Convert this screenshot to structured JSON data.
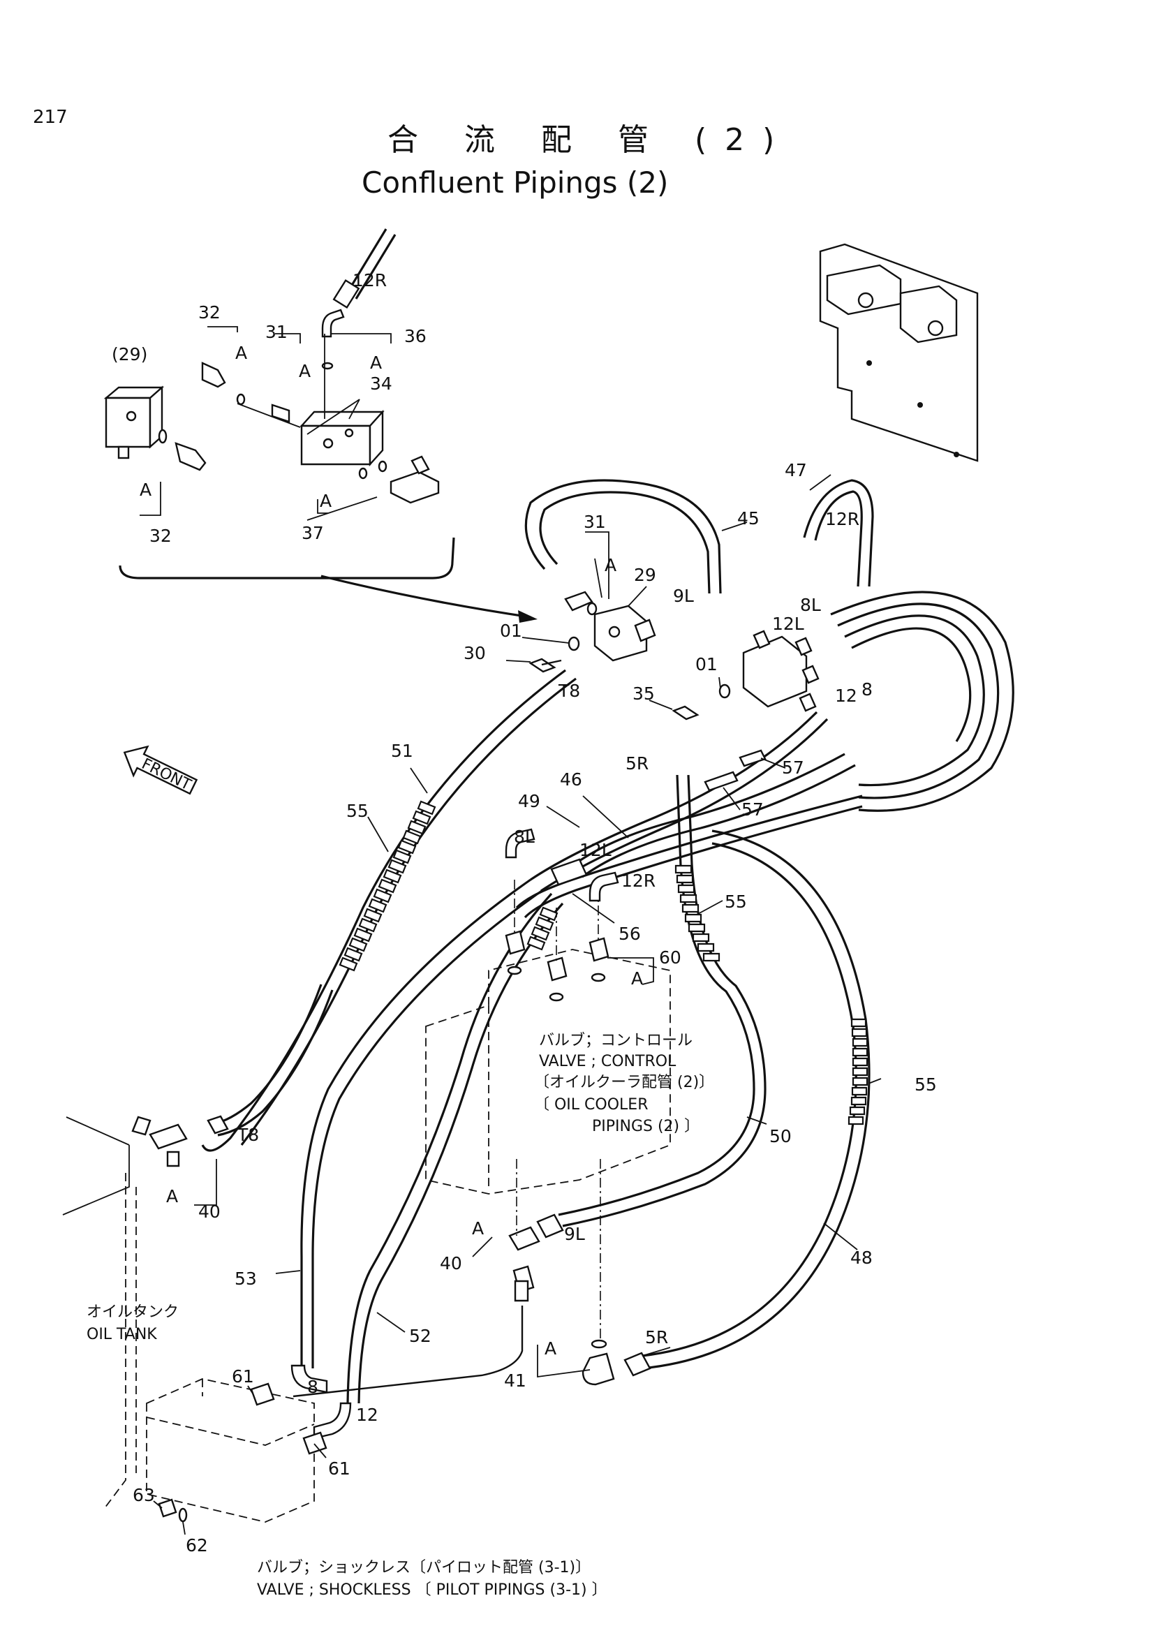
{
  "page_number": "217",
  "title_jp": "合 流 配 管 (2)",
  "title_en": "Confluent Pipings (2)",
  "front_label": "FRONT",
  "reference_notes": {
    "control_valve_jp": "バルブ；コントロール",
    "control_valve_en": "VALVE ; CONTROL",
    "oil_cooler_jp": "〔オイルクーラ配管 (2)〕",
    "oil_cooler_en_1": "〔 OIL  COOLER",
    "oil_cooler_en_2": "PIPINGS (2) 〕",
    "oil_tank_jp": "オイルタンク",
    "oil_tank_en": "OIL  TANK",
    "shockless_jp": "バルブ；ショックレス〔パイロット配管 (3-1)〕",
    "shockless_en": "VALVE ; SHOCKLESS 〔 PILOT  PIPINGS (3-1) 〕"
  },
  "callouts": {
    "c32a": "32",
    "c29": "(29)",
    "c31a": "31",
    "c36": "36",
    "c34": "34",
    "cA1": "A",
    "cA2": "A",
    "cA3": "A",
    "cA4": "A",
    "cA5": "A",
    "c32b": "32",
    "c37": "37",
    "c12Ra": "12R",
    "c31b": "31",
    "c29b": "29",
    "cAb": "A",
    "c45": "45",
    "c47": "47",
    "c12Rb": "12R",
    "c9La": "9L",
    "c8La": "8L",
    "c12La": "12L",
    "c01a": "01",
    "c01b": "01",
    "c30": "30",
    "cT8a": "T8",
    "c35": "35",
    "c12": "12",
    "c8a": "8",
    "c5Ra": "5R",
    "c57a": "57",
    "c57b": "57",
    "c51": "51",
    "c46": "46",
    "c49": "49",
    "c8Lb": "8L",
    "c12Lb": "12L",
    "c12Rc": "12R",
    "c55a": "55",
    "c55b": "55",
    "c55c": "55",
    "c56": "56",
    "c60": "60",
    "cAc": "A",
    "cT8b": "T8",
    "cAd": "A",
    "c40a": "40",
    "c50": "50",
    "cAe": "A",
    "c9Lb": "9L",
    "c40b": "40",
    "c48": "48",
    "c53": "53",
    "c52": "52",
    "cAf": "A",
    "c5Rb": "5R",
    "c41": "41",
    "c61a": "61",
    "c8b": "8",
    "c12b": "12",
    "c61b": "61",
    "c63": "63",
    "c62": "62"
  }
}
